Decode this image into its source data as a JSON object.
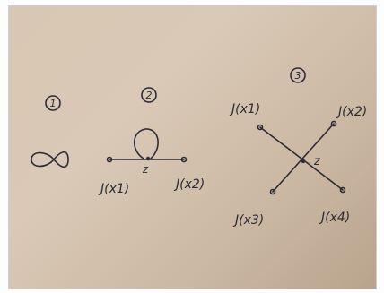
{
  "labels": {
    "num1": "1",
    "num2": "2",
    "num3": "3",
    "d2_left": "J(x1)",
    "d2_right": "J(x2)",
    "d2_vertex": "z",
    "d3_top_left": "J(x1)",
    "d3_top_right": "J(x2)",
    "d3_bottom_left": "J(x3)",
    "d3_bottom_right": "J(x4)",
    "d3_vertex": "z"
  },
  "colors": {
    "ink": "#2b2b36",
    "paper": "#d6c4b0"
  }
}
